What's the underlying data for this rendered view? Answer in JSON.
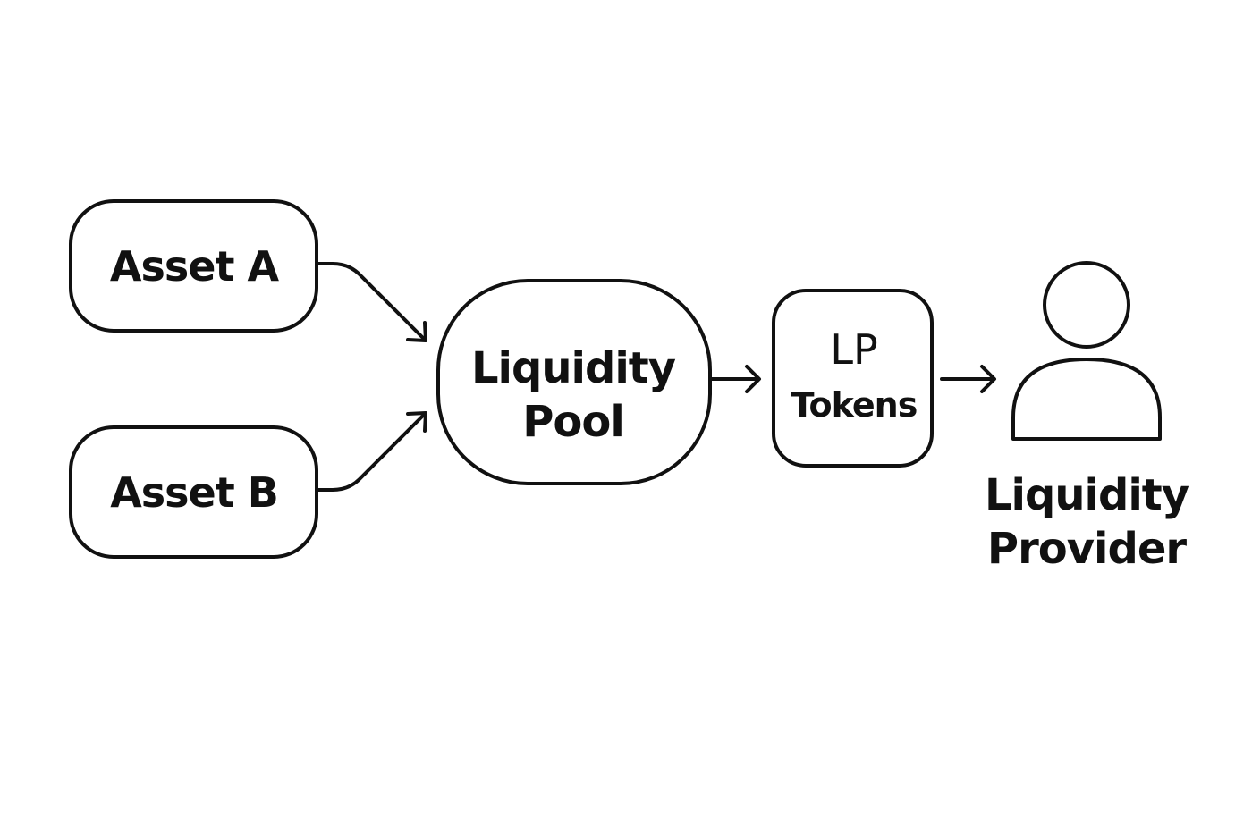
{
  "diagram": {
    "asset_a": {
      "label": "Asset A"
    },
    "asset_b": {
      "label": "Asset B"
    },
    "pool": {
      "line1": "Liquidity",
      "line2": "Pool"
    },
    "lp_tokens": {
      "line1": "LP",
      "line2": "Tokens"
    },
    "provider": {
      "line1": "Liquidity",
      "line2": "Provider",
      "icon": "person-icon"
    }
  },
  "colors": {
    "stroke": "#111111",
    "background": "#ffffff"
  }
}
